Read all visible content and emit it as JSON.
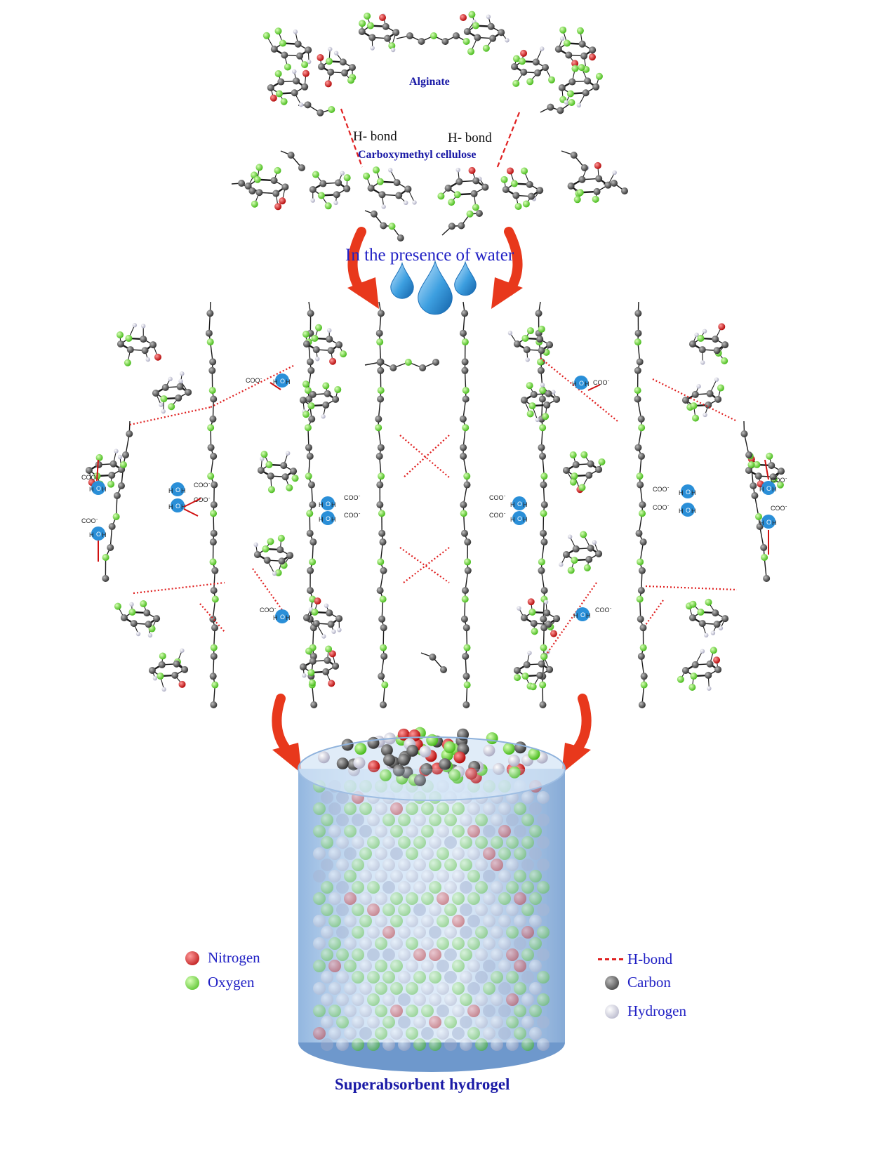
{
  "labels": {
    "alginate": "Alginate",
    "hbond_left": "H- bond",
    "hbond_right": "H- bond",
    "cmc": "Carboxymethyl cellulose",
    "water_step": "In the presence of water",
    "product": "Superabsorbent hydrogel",
    "coo": "COO",
    "h": "H",
    "o": "O"
  },
  "legend_left": [
    {
      "label": "Nitrogen",
      "color": "#e01818"
    },
    {
      "label": "Oxygen",
      "color": "#6edc2e"
    }
  ],
  "legend_right": [
    {
      "label": "H-bond",
      "symbol": "dashed-line",
      "color": "#e02020"
    },
    {
      "label": "Carbon",
      "color": "#3a3a3a"
    },
    {
      "label": "Hydrogen",
      "color": "#e8e8ee"
    }
  ],
  "colors": {
    "carbon": "#555555",
    "oxygen": "#6edc2e",
    "nitrogen": "#e01818",
    "hydrogen": "#dcdcec",
    "hbond": "#e02020",
    "arrow": "#e8381c",
    "water": "#2a8fd8",
    "label_blue": "#1f1fc4"
  }
}
